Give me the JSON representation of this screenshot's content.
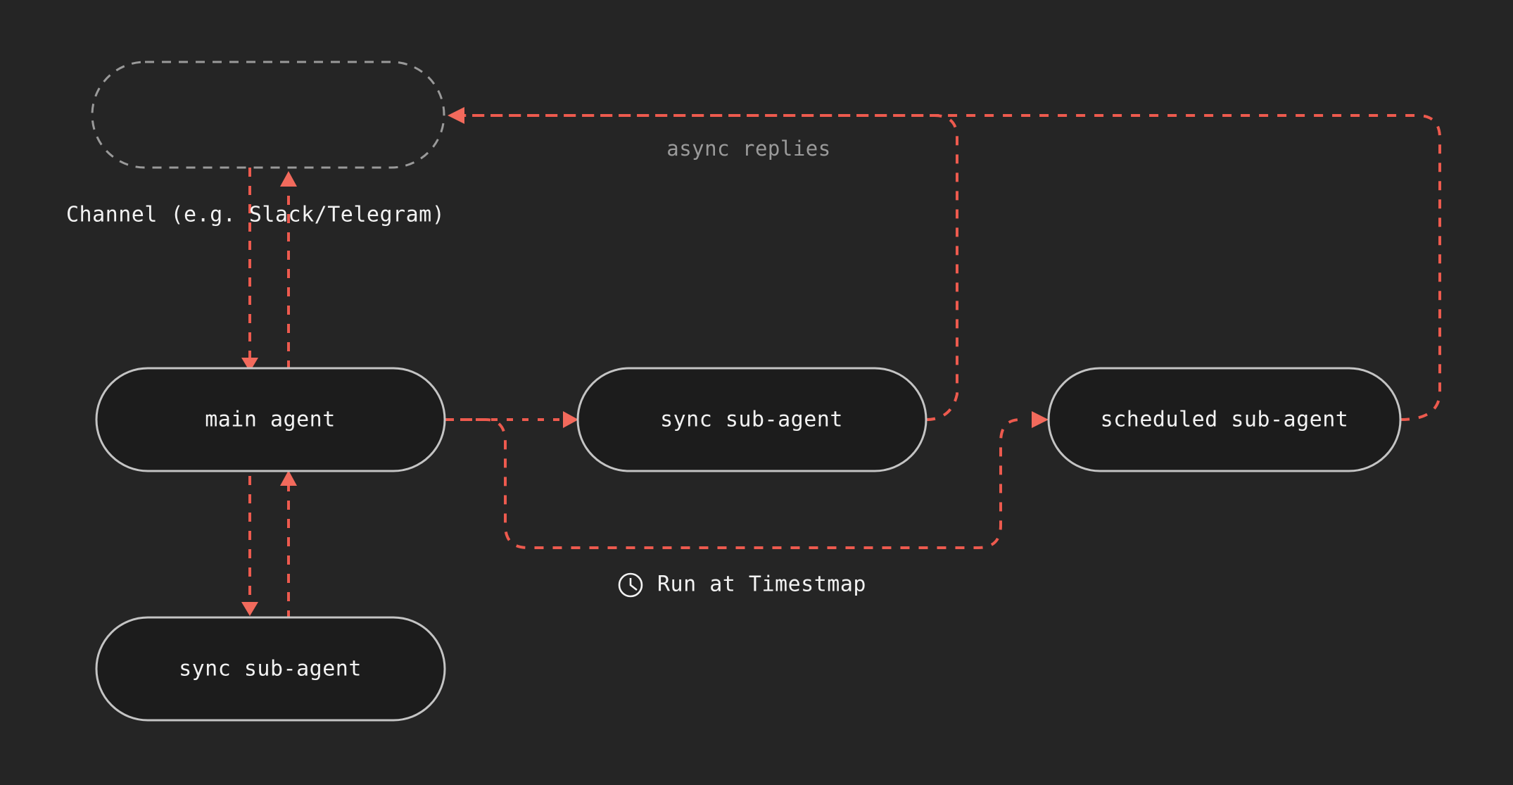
{
  "diagram": {
    "title": "Agent channel and sub-agent flow",
    "background_color": "#252525",
    "node_fill_color": "#1c1c1c",
    "node_border_color": "#c4c4c4",
    "dashed_border_color": "#9a9a9a",
    "flow_color": "#ed5a4e",
    "text_color": "#f2f2f2",
    "muted_text_color": "#9a9a9a"
  },
  "nodes": [
    {
      "id": "channel",
      "label": "",
      "style": "dashed"
    },
    {
      "id": "main",
      "label": "main agent",
      "style": "solid"
    },
    {
      "id": "sync_top",
      "label": "sync sub-agent",
      "style": "solid"
    },
    {
      "id": "scheduled",
      "label": "scheduled sub-agent",
      "style": "solid"
    },
    {
      "id": "sync_bot",
      "label": "sync sub-agent",
      "style": "solid"
    }
  ],
  "labels": {
    "channel_caption": "Channel (e.g. Slack/Telegram)",
    "async_replies": "async replies",
    "run_at_timestamp": "Run at Timestmap",
    "clock_icon": "clock-icon"
  },
  "edges": [
    {
      "from": "channel",
      "to": "main",
      "direction": "down",
      "style": "dotted"
    },
    {
      "from": "main",
      "to": "channel",
      "direction": "up",
      "style": "dotted"
    },
    {
      "from": "main",
      "to": "sync_bot",
      "direction": "down",
      "style": "dotted"
    },
    {
      "from": "sync_bot",
      "to": "main",
      "direction": "up",
      "style": "dotted"
    },
    {
      "from": "main",
      "to": "sync_top",
      "direction": "right",
      "style": "dotted"
    },
    {
      "from": "sync_top",
      "to": "channel",
      "direction": "up",
      "style": "dotted",
      "label": "async replies"
    },
    {
      "from": "main",
      "to": "scheduled",
      "direction": "around-bottom",
      "style": "dotted",
      "label": "Run at Timestmap"
    },
    {
      "from": "scheduled",
      "to": "channel",
      "direction": "around-right",
      "style": "dotted"
    }
  ]
}
